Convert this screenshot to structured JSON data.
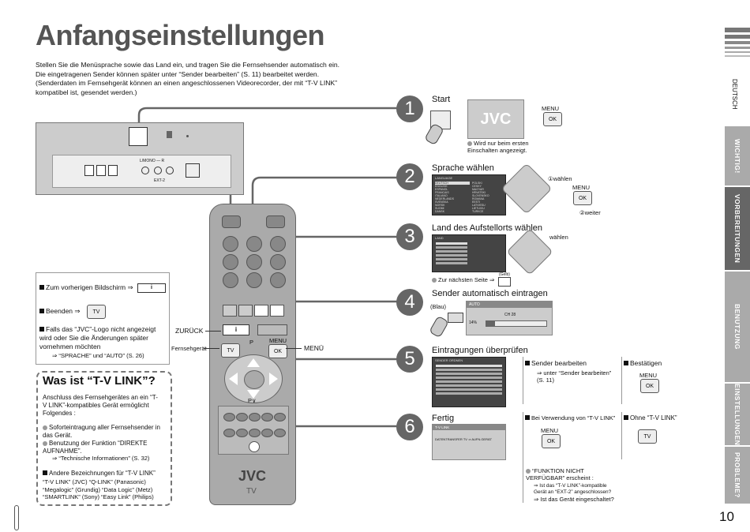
{
  "title": "Anfangseinstellungen",
  "intro": [
    "Stellen Sie die Menüsprache sowie das Land ein, und tragen Sie die Fernsehsender automatisch ein.",
    "Die eingetragenen Sender können später unter “Sender bearbeiten” (S. 11) bearbeitet werden.",
    "(Senderdaten im Fernsehgerät können an einen angeschlossenen Videorecorder, der mit “T-V LINK”",
    "kompatibel ist, gesendet werden.)"
  ],
  "sidebar": {
    "deutsch": "DEUTSCH",
    "tabs": [
      "WICHTIG!",
      "VORBEREITUNGEN",
      "BENUTZUNG",
      "EINSTELLUNGEN",
      "PROBLEME?"
    ],
    "page": "10"
  },
  "steps": {
    "s1": {
      "num": "1",
      "title": "Start",
      "menu": "MENU",
      "ok": "OK",
      "note": "Wird nur beim ersten Einschalten angezeigt.",
      "logo": "JVC"
    },
    "s2": {
      "num": "2",
      "title": "Sprache wählen",
      "choose": "①wählen",
      "menu": "MENU",
      "ok": "OK",
      "next": "②weiter",
      "screen_head": "LANGUAGE",
      "items_left": [
        "DEUTSCH",
        "ENGLISH",
        "ESPANOL",
        "FRANCAIS",
        "ITALIANO",
        "NEDERLANDS",
        "SVENSKA",
        "NORSK",
        "SUOMI",
        "DANSK"
      ],
      "items_right": [
        "POLSKI",
        "CESKY",
        "MAGYAR",
        "HRVATSKI",
        "SLOVENSKO",
        "ROMANA",
        "EESTI",
        "LATVIESU",
        "LIETUVIU",
        "TURKCE"
      ]
    },
    "s3": {
      "num": "3",
      "title": "Land des Aufstellorts wählen",
      "choose": "wählen",
      "next_page": "Zur nächsten Seite",
      "gelb": "(Gelb)",
      "screen_head": "LAND"
    },
    "s4": {
      "num": "4",
      "title": "Sender automatisch eintragen",
      "blau": "(Blau)",
      "auto": "AUTO",
      "ch": "CH 28",
      "pct": "14%",
      "progress": 14
    },
    "s5": {
      "num": "5",
      "title": "Eintragungen überprüfen",
      "edit": "Sender bearbeiten",
      "edit_ref": "unter “Sender bearbeiten” (S. 11)",
      "confirm": "Bestätigen",
      "menu": "MENU",
      "ok": "OK",
      "screen_head": "SENDER ORDNEN"
    },
    "s6": {
      "num": "6",
      "title": "Fertig",
      "with_link": "Bei Verwendung von “T-V LINK”",
      "without_link": "Ohne “T-V LINK”",
      "menu": "MENU",
      "ok": "OK",
      "tv": "TV",
      "screen_head": "T-V LINK",
      "screen_text": "DATENTRANSFER TV ⇒ AUFN.GERÄT",
      "fn_na": "“FUNKTION NICHT VERFÜGBAR” erscheint :",
      "q1": "Ist das “T-V LINK”-kompatible Gerät an “EXT-2” angeschlossen?",
      "q2": "Ist das Gerät eingeschaltet?"
    }
  },
  "remote": {
    "zuruck": "ZURÜCK",
    "fernsehgerat": "Fernsehgerät",
    "tv": "TV",
    "menu": "MENU",
    "ok": "OK",
    "menu_label": "MENÜ",
    "logo": "JVC",
    "tv_text": "TV",
    "p_up": "P",
    "p_down": "P∨"
  },
  "tvpanel": {
    "labels": "L/MONO — R",
    "ext": "EXT-2"
  },
  "info": {
    "prev": "Zum vorherigen Bildschirm",
    "end": "Beenden",
    "end_btn": "TV",
    "if_logo": "Falls das “JVC”-Logo nicht angezeigt wird oder Sie die Änderungen später vornehmen möchten",
    "ref": "“SPRACHE” und “AUTO” (S. 26)"
  },
  "tvlink": {
    "heading": "Was ist “T-V LINK”?",
    "desc": "Anschluss des Fernsehgerätes an ein “T-V LINK”-kompatibles Gerät ermöglicht Folgendes :",
    "b1": "Soforteintragung aller Fernsehsender in das Gerät.",
    "b2": "Benutzung der Funktion “DIREKTE AUFNAHME”.",
    "ref": "“Technische Informationen” (S. 32)",
    "other_head": "Andere Bezeichnungen für “T-V LINK”",
    "other": "“T-V LINK” (JVC) “Q-LINK” (Panasonic) “Megalogic” (Grundig) “Data Logic” (Metz) “SMARTLINK” (Sony) “Easy Link” (Philips)"
  }
}
